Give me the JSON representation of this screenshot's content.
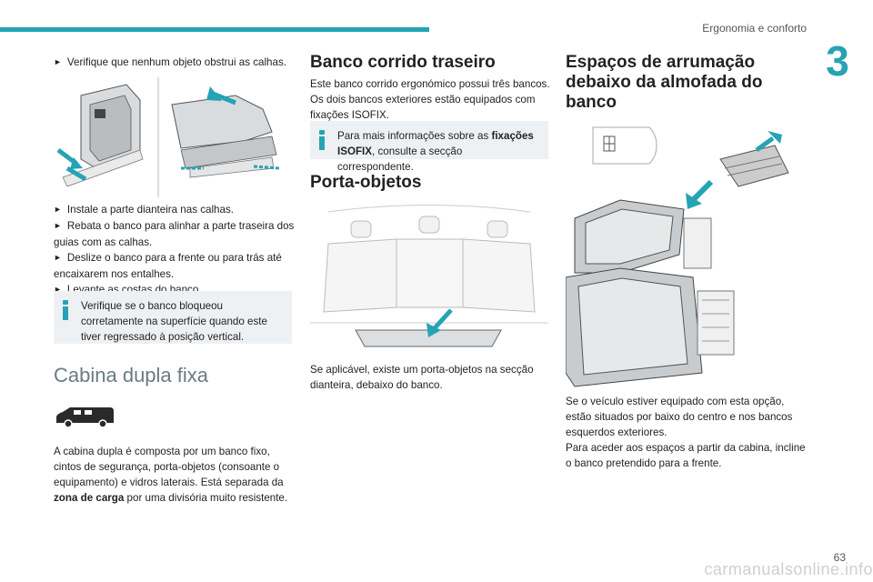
{
  "header": {
    "section_title": "Ergonomia e conforto",
    "chapter_number": "3",
    "page_number": "63",
    "watermark": "carmanualsonline.info"
  },
  "col1": {
    "bullet_top": "Verifique que nenhum objeto obstrui as calhas.",
    "bullets": [
      "Instale a parte dianteira nas calhas.",
      "Rebata o banco para alinhar a parte traseira dos guias com as calhas.",
      "Deslize o banco para a frente ou para trás até encaixarem nos entalhes.",
      "Levante as costas do banco."
    ],
    "note": "Verifique se o banco bloqueou corretamente na superfície quando este tiver regressado à posição vertical.",
    "section_title": "Cabina dupla fixa",
    "para_pre": "A cabina dupla é composta por um banco fixo, cintos de segurança, porta-objetos (consoante o equipamento) e vidros laterais. Está separada da ",
    "para_bold": "zona de carga",
    "para_post": " por uma divisória muito resistente."
  },
  "col2": {
    "title": "Banco corrido traseiro",
    "para": "Este banco corrido ergonómico possui três bancos. Os dois bancos exteriores estão equipados com fixações ISOFIX.",
    "note_pre": "Para mais informações sobre as ",
    "note_bold": "fixações ISOFIX",
    "note_post": ", consulte a secção correspondente.",
    "subtitle": "Porta-objetos",
    "para2": "Se aplicável, existe um porta-objetos na secção dianteira, debaixo do banco."
  },
  "col3": {
    "title_lines": [
      "Espaços de arrumação",
      "debaixo da almofada do",
      "banco"
    ],
    "para": "Se o veículo estiver equipado com esta opção, estão situados por baixo do centro e nos bancos esquerdos exteriores.",
    "para2": "Para aceder aos espaços a partir da cabina, incline o banco pretendido para a frente."
  },
  "colors": {
    "accent": "#26a3b4",
    "note_bg": "#eef1f3",
    "light_heading": "#6a7c80"
  }
}
